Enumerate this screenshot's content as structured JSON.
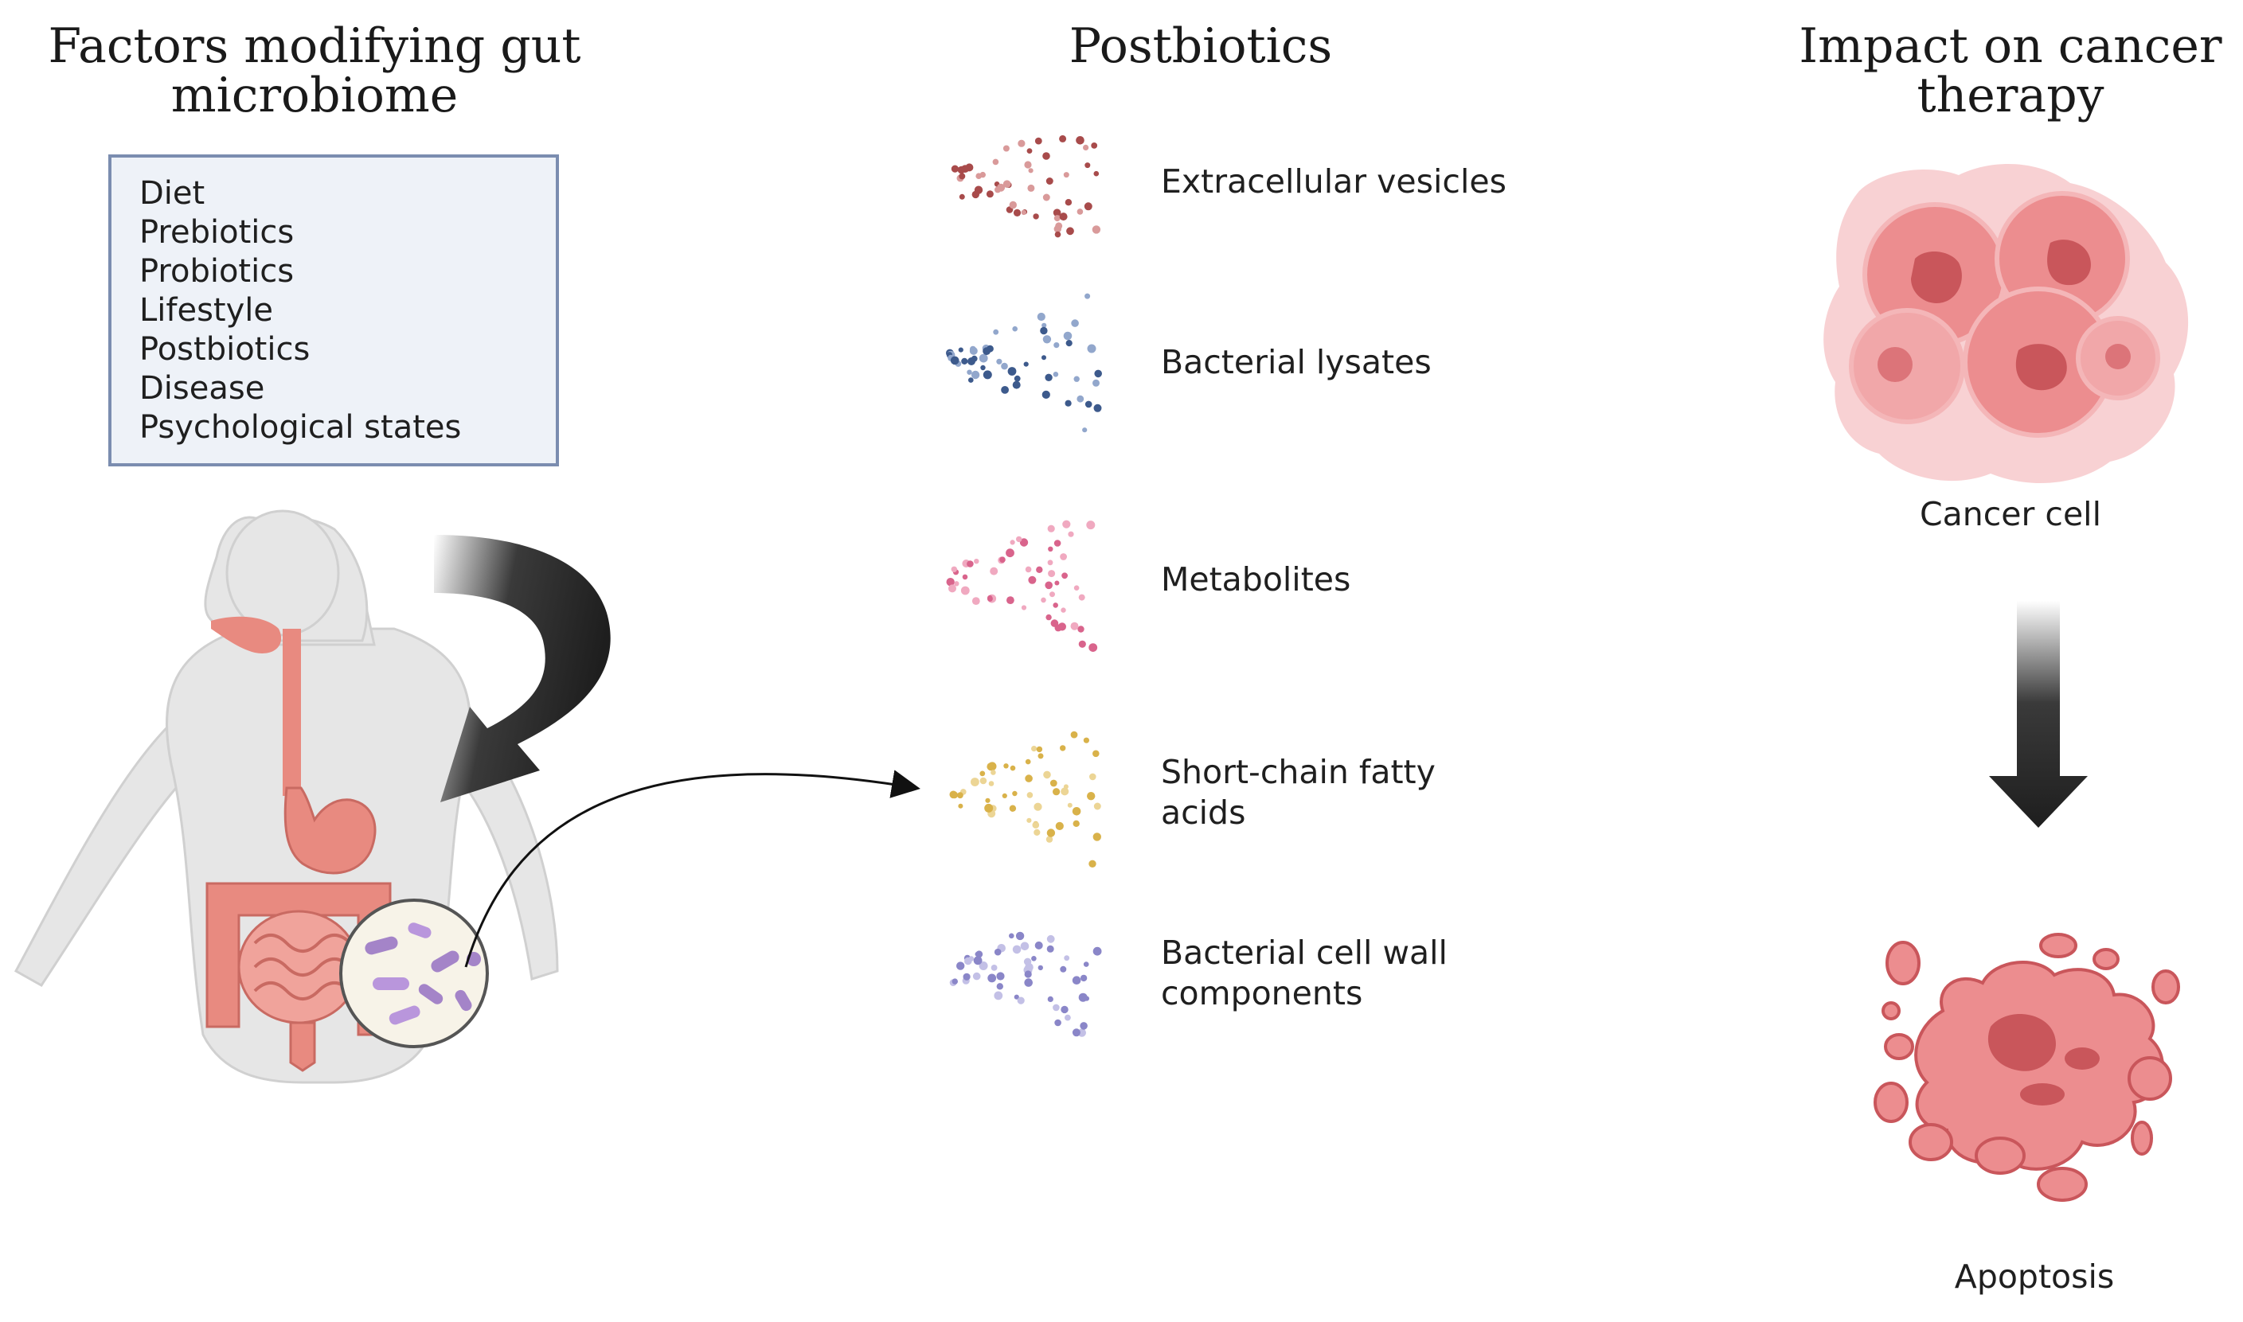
{
  "columns": {
    "left": {
      "title_lines": [
        "Factors modifying gut",
        "microbiome"
      ]
    },
    "middle": {
      "title_lines": [
        "Postbiotics"
      ]
    },
    "right": {
      "title_lines": [
        "Impact on cancer",
        "therapy"
      ]
    }
  },
  "factors": [
    "Diet",
    "Prebiotics",
    "Probiotics",
    "Lifestyle",
    "Postbiotics",
    "Disease",
    "Psychological states"
  ],
  "postbiotics": [
    {
      "name": "extracellular-vesicles",
      "label_lines": [
        "Extracellular vesicles"
      ],
      "color": "#a84b4b",
      "light": "#d99a9a"
    },
    {
      "name": "bacterial-lysates",
      "label_lines": [
        "Bacterial lysates"
      ],
      "color": "#3d5a8c",
      "light": "#92a7cc"
    },
    {
      "name": "metabolites",
      "label_lines": [
        "Metabolites"
      ],
      "color": "#d9648c",
      "light": "#f0a9c0"
    },
    {
      "name": "short-chain-fatty-acids",
      "label_lines": [
        "Short-chain fatty",
        "acids"
      ],
      "color": "#d9b24a",
      "light": "#ecd595"
    },
    {
      "name": "bacterial-cell-wall-components",
      "label_lines": [
        "Bacterial cell wall",
        "components"
      ],
      "color": "#8a86c8",
      "light": "#c3c0e6"
    }
  ],
  "outcomes": {
    "cancer_cell_label": "Cancer cell",
    "apoptosis_label": "Apoptosis"
  },
  "colors": {
    "box_fill": "#eef2f8",
    "box_stroke": "#7b8db0",
    "body_fill": "#e6e6e6",
    "gut_fill": "#e88a80",
    "cancer_fill": "#ec8d8f",
    "arrow_dark": "#1e1e1e"
  }
}
